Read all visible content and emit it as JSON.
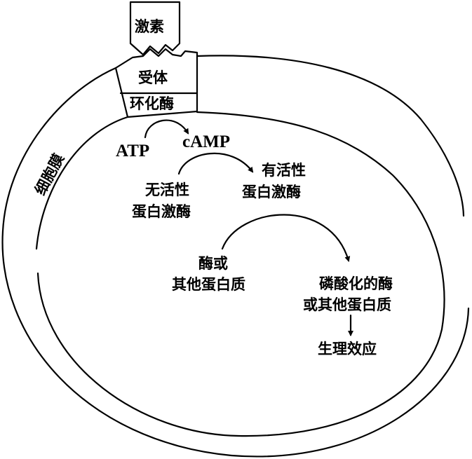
{
  "diagram": {
    "hormone": "激素",
    "receptor": "受体",
    "cyclase": "环化酶",
    "membrane": "细胞膜",
    "atp": "ATP",
    "camp": "cAMP",
    "active_kinase": [
      "有活性",
      "蛋白激酶"
    ],
    "inactive_kinase": [
      "无活性",
      "蛋白激酶"
    ],
    "substrate": [
      "酶或",
      "其他蛋白质"
    ],
    "phosphorylated": [
      "磷酸化的酶",
      "或其他蛋白质"
    ],
    "effect": "生理效应"
  }
}
